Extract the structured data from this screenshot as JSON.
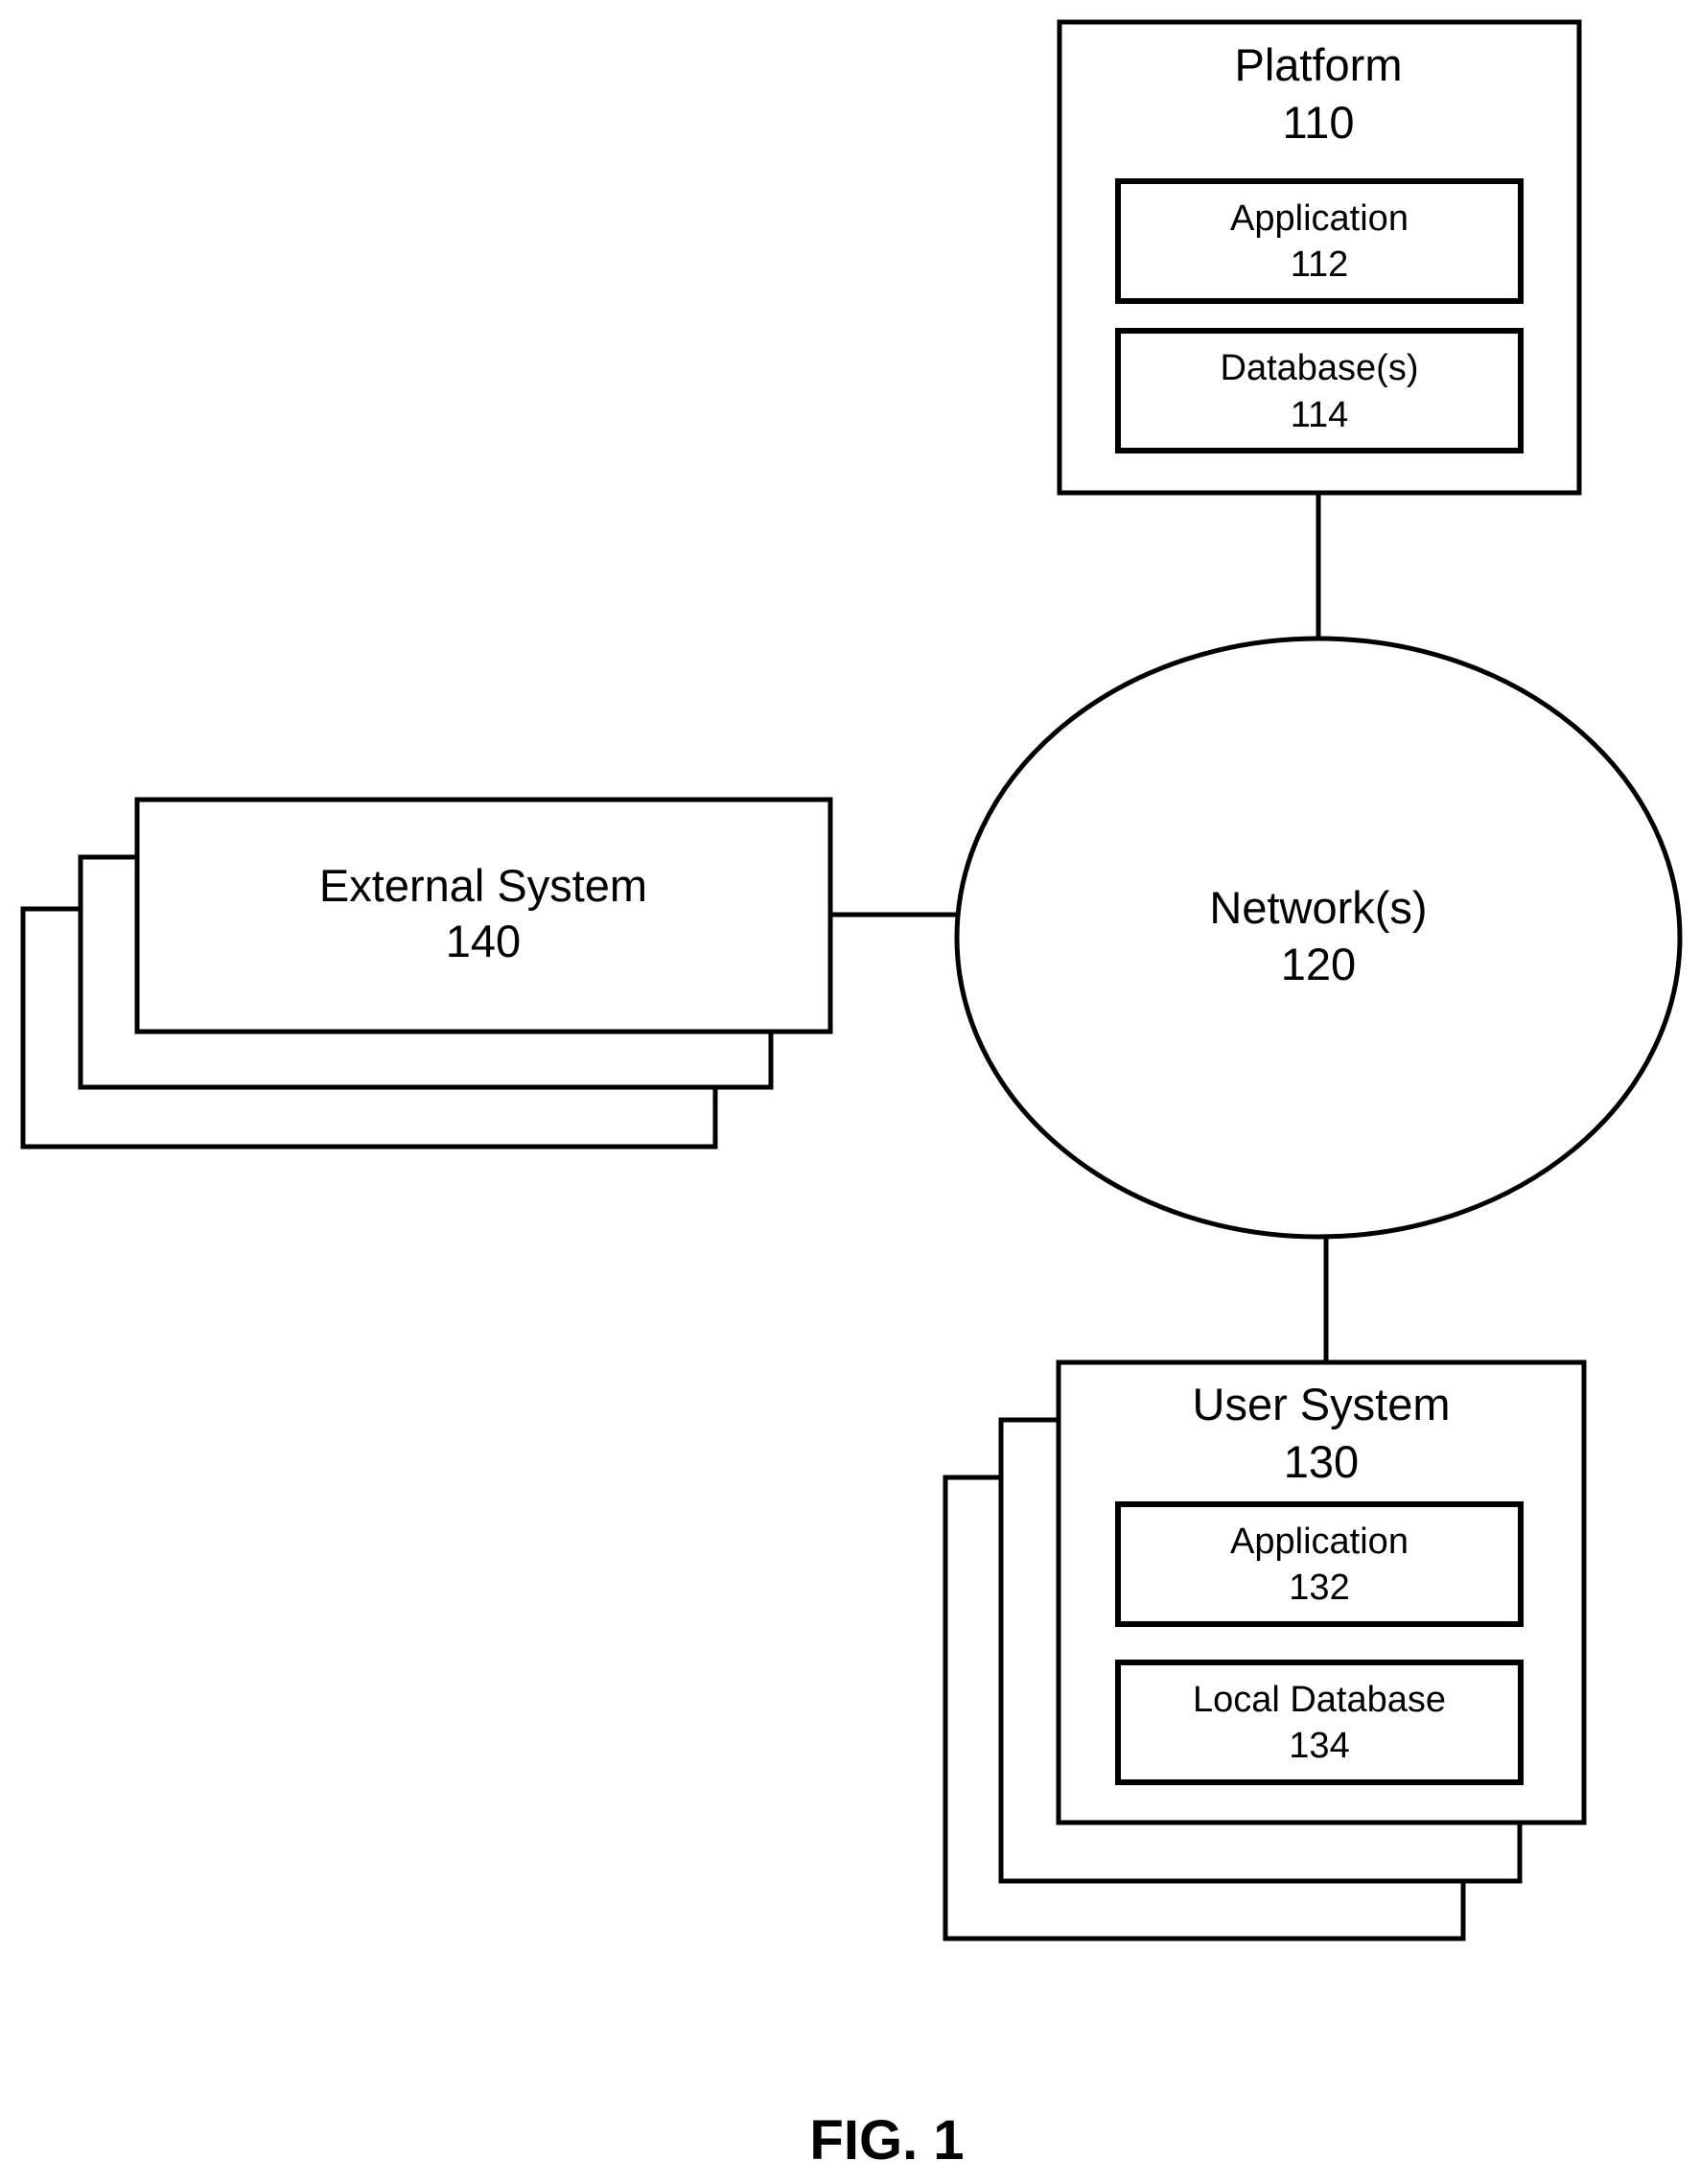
{
  "platform": {
    "title": "Platform",
    "number": "110",
    "application": {
      "title": "Application",
      "number": "112"
    },
    "database": {
      "title": "Database(s)",
      "number": "114"
    }
  },
  "network": {
    "title": "Network(s)",
    "number": "120"
  },
  "user_system": {
    "title": "User System",
    "number": "130",
    "application": {
      "title": "Application",
      "number": "132"
    },
    "database": {
      "title": "Local Database",
      "number": "134"
    }
  },
  "external_system": {
    "title": "External System",
    "number": "140"
  },
  "figure_label": "FIG. 1"
}
